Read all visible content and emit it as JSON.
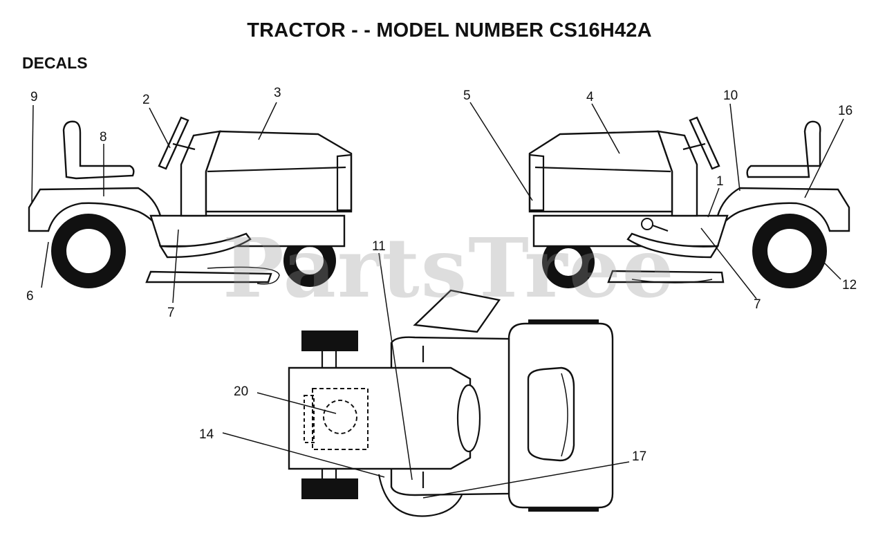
{
  "header": {
    "title": "TRACTOR - - MODEL NUMBER CS16H42A",
    "section": "DECALS"
  },
  "watermark": "PartsTree",
  "callouts": {
    "c1": "1",
    "c2": "2",
    "c3": "3",
    "c4": "4",
    "c5": "5",
    "c6": "6",
    "c7a": "7",
    "c7b": "7",
    "c8": "8",
    "c9": "9",
    "c10": "10",
    "c11": "11",
    "c12": "12",
    "c14": "14",
    "c16": "16",
    "c17": "17",
    "c20": "20"
  },
  "colors": {
    "line": "#111111",
    "watermark": "#969696"
  }
}
